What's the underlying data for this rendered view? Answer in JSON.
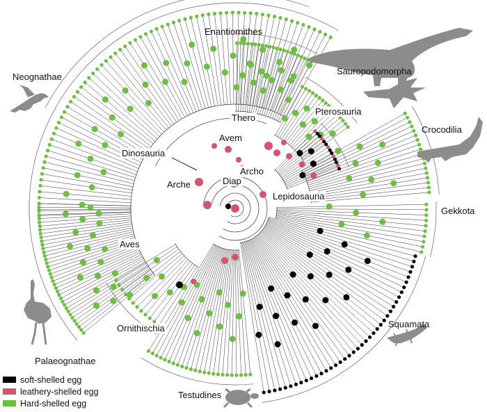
{
  "colors": {
    "soft": "#000000",
    "leathery": "#d6546b",
    "hard": "#6fbe44",
    "branch": "#333333",
    "silhouette": "#8c8c8c"
  },
  "clade_labels": {
    "enantiornithes": "Enantiornithes",
    "neognathae": "Neognathae",
    "sauropodomorpha": "Sauropodomorpha",
    "pterosauria": "Pterosauria",
    "thero": "Thero",
    "crocodilia": "Crocodilia",
    "avem": "Avem",
    "dinosauria": "Dinosauria",
    "archo": "Archo",
    "arche": "Arche",
    "diap": "Diap",
    "lepidosauria": "Lepidosauria",
    "gekkota": "Gekkota",
    "aves": "Aves",
    "squamata": "Squamata",
    "ornithischia": "Ornithischia",
    "palaeognathae": "Palaeognathae",
    "testudines": "Testudines"
  },
  "legend": {
    "items": [
      {
        "label": "soft-shelled egg",
        "color_key": "soft"
      },
      {
        "label": "leathery-shelled egg",
        "color_key": "leathery"
      },
      {
        "label": "Hard-shelled egg",
        "color_key": "hard"
      }
    ]
  },
  "silhouettes": [
    "bird-silhouette",
    "sauropod-silhouette",
    "pterosaur-silhouette",
    "crocodile-silhouette",
    "lizard-silhouette",
    "moa-silhouette",
    "turtle-silhouette"
  ]
}
